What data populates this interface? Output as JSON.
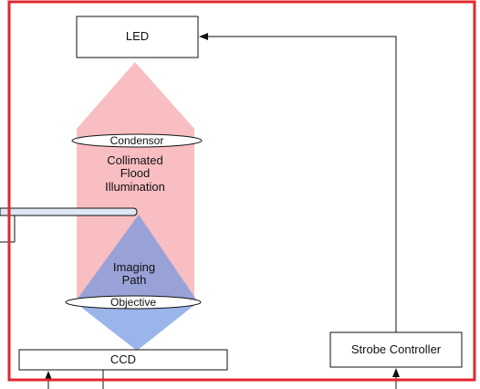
{
  "colors": {
    "frame": "#e3262e",
    "illumination": "#f7a8ad",
    "imaging": "#6f96df",
    "line": "#111111",
    "slide_fill": "#dfe7f5"
  },
  "blocks": {
    "led": "LED",
    "ccd": "CCD",
    "strobe": "Strobe Controller"
  },
  "lenses": {
    "condensor": "Condensor",
    "objective": "Objective"
  },
  "regions": {
    "illumination": [
      "Collimated",
      "Flood",
      "Illumination"
    ],
    "imaging": [
      "Imaging",
      "Path"
    ]
  }
}
